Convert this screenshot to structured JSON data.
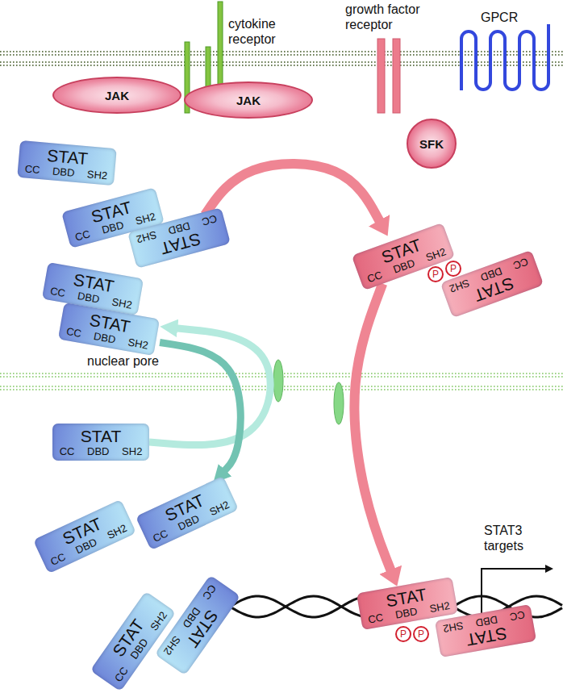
{
  "diagram": {
    "nodes": [
      {
        "text": [
          "JAK"
        ]
      },
      {
        "text": [
          "JAK"
        ]
      },
      {
        "text": [
          "SFK"
        ]
      },
      {
        "text": [
          "STAT",
          "CC DBD SH2"
        ]
      },
      {
        "text": [
          "STAT",
          "CC DBD SH2"
        ]
      },
      {
        "text": [
          "STAT",
          "CC DBD SH2"
        ]
      },
      {
        "text": [
          "STAT",
          "CC DBD SH2"
        ]
      },
      {
        "text": [
          "STAT",
          "CC DBD SH2"
        ]
      },
      {
        "text": [
          "P"
        ]
      },
      {
        "text": [
          "P"
        ]
      },
      {
        "text": [
          "STAT",
          "CC DBD SH2"
        ]
      },
      {
        "text": [
          "STAT",
          "CC DBD SH2"
        ]
      },
      {
        "text": [
          "STAT",
          "CC DBD SH2"
        ]
      },
      {
        "text": [
          "STAT",
          "CC DBD SH2"
        ]
      },
      {
        "text": [
          "STAT",
          "CC DBD SH2"
        ]
      },
      {
        "text": [
          "STAT",
          "CC DBD SH2"
        ]
      },
      {
        "text": [
          "STAT",
          "CC DBD SH2"
        ]
      },
      {
        "text": [
          "P"
        ]
      },
      {
        "text": [
          "P"
        ]
      },
      {
        "text": [
          "STAT",
          "CC DBD SH2"
        ]
      },
      {
        "text": [
          "STAT",
          "CC DBD SH2"
        ]
      }
    ],
    "edges": [
      {
        "from": 5,
        "to": 6,
        "arrow": "to"
      },
      {
        "from": 6,
        "to": 15,
        "arrow": "to"
      },
      {
        "from": 12,
        "to": 11,
        "arrow": "to"
      },
      {
        "from": 11,
        "to": 14,
        "arrow": "to"
      }
    ],
    "labels": [
      "cytokine receptor",
      "growth factor receptor",
      "GPCR",
      "nuclear pore",
      "STAT3 targets"
    ]
  }
}
